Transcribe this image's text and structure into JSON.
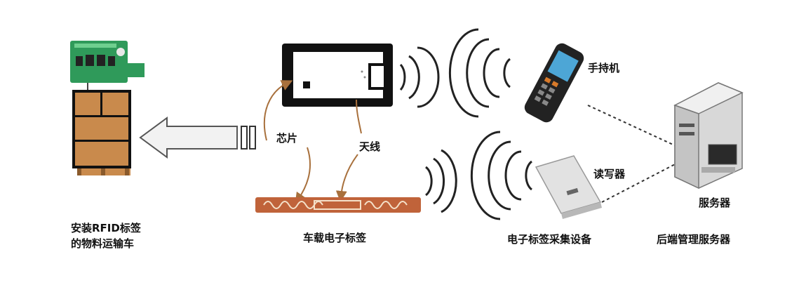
{
  "labels": {
    "cart_line1": "安装RFID标签",
    "cart_line2": "的物料运输车",
    "chip": "芯片",
    "antenna": "天线",
    "vehicle_tag": "车载电子标签",
    "handheld": "手持机",
    "reader": "读写器",
    "server_small": "服务器",
    "collection_device": "电子标签采集设备",
    "backend_server": "后端管理服务器"
  },
  "colors": {
    "wood": "#c98a4c",
    "wood_dark": "#8a5a2b",
    "pcb": "#2f9a5a",
    "antenna_copper": "#c0633a",
    "wave": "#222222"
  },
  "icons": [
    "rfid-module-icon",
    "cart-icon",
    "arrow-icon",
    "tag-card-icon",
    "handheld-terminal-icon",
    "reader-device-icon",
    "server-icon"
  ]
}
